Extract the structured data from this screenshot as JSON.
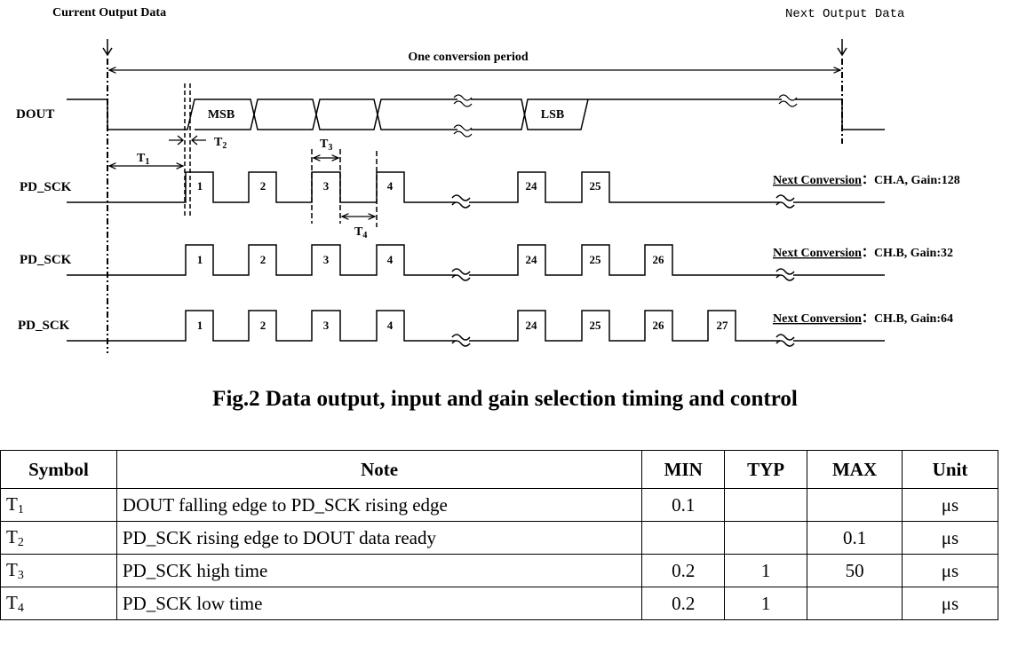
{
  "diagram": {
    "current_output_label": "Current Output Data",
    "next_output_label": "Next Output Data",
    "period_label": "One conversion period",
    "dout_label": "DOUT",
    "msb_label": "MSB",
    "lsb_label": "LSB",
    "t1_label": "T",
    "t1_sub": "1",
    "t2_label": "T",
    "t2_sub": "2",
    "t3_label": "T",
    "t3_sub": "3",
    "t4_label": "T",
    "t4_sub": "4",
    "rows": [
      {
        "signal": "PD_SCK",
        "pulses": [
          "1",
          "2",
          "3",
          "4",
          "24",
          "25"
        ],
        "next_label": "Next Conversion",
        "separator": "：",
        "config": "CH.A, Gain:128"
      },
      {
        "signal": "PD_SCK",
        "pulses": [
          "1",
          "2",
          "3",
          "4",
          "24",
          "25",
          "26"
        ],
        "next_label": "Next Conversion",
        "separator": "：",
        "config": "CH.B, Gain:32"
      },
      {
        "signal": "PD_SCK",
        "pulses": [
          "1",
          "2",
          "3",
          "4",
          "24",
          "25",
          "26",
          "27"
        ],
        "next_label": "Next Conversion",
        "separator": "：",
        "config": "CH.B, Gain:64"
      }
    ]
  },
  "caption": "Fig.2 Data output, input and gain selection timing and control",
  "table": {
    "headers": [
      "Symbol",
      "Note",
      "MIN",
      "TYP",
      "MAX",
      "Unit"
    ],
    "rows": [
      {
        "sym": "T",
        "sub": "1",
        "note": "DOUT falling edge to PD_SCK rising edge",
        "min": "0.1",
        "typ": "",
        "max": "",
        "unit": "μs"
      },
      {
        "sym": "T",
        "sub": "2",
        "note": "PD_SCK rising edge to DOUT data ready",
        "min": "",
        "typ": "",
        "max": "0.1",
        "unit": "μs"
      },
      {
        "sym": "T",
        "sub": "3",
        "note": "PD_SCK high time",
        "min": "0.2",
        "typ": "1",
        "max": "50",
        "unit": "μs"
      },
      {
        "sym": "T",
        "sub": "4",
        "note": "PD_SCK low time",
        "min": "0.2",
        "typ": "1",
        "max": "",
        "unit": "μs"
      }
    ]
  }
}
